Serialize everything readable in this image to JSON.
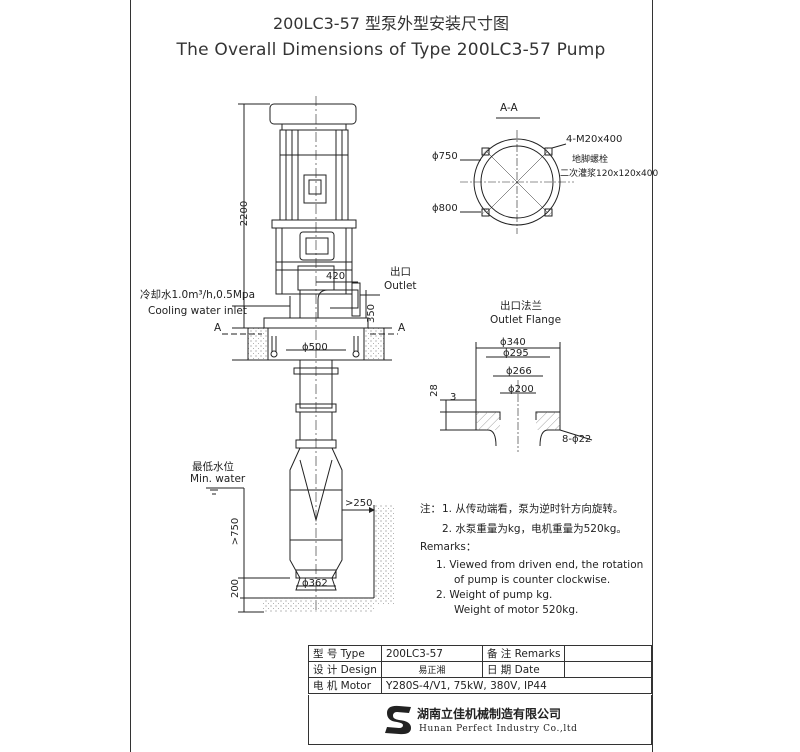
{
  "title": {
    "cn": "200LC3-57 型泵外型安装尺寸图",
    "en": "The Overall Dimensions of Type 200LC3-57 Pump"
  },
  "section": {
    "label": "A-A",
    "bolts": "4-M20x400",
    "anchor_cn": "地脚螺栓",
    "grout_cn": "二次灌浆120x120x400",
    "d750": "ϕ750",
    "d800": "ϕ800"
  },
  "outlet": {
    "cn": "出口",
    "en": "Outlet",
    "d420": "420",
    "d350": "350"
  },
  "flange": {
    "cn": "出口法兰",
    "en": "Outlet Flange",
    "d340": "ϕ340",
    "d295": "ϕ295",
    "d266": "ϕ266",
    "d200": "ϕ200",
    "d28": "28",
    "d3": "3",
    "holes": "8-ϕ22"
  },
  "pump": {
    "d2200": "2200",
    "cooling_cn": "冷却水1.0m³/h,0.5Mpa",
    "cooling_en": "Cooling water inlet",
    "section_a_left": "A",
    "section_a_right": "A",
    "d500": "ϕ500",
    "min_water_cn": "最低水位",
    "min_water_en": "Min. water",
    "d250": ">250",
    "d750": ">750",
    "d200": "200",
    "d362": "ϕ362"
  },
  "notes": {
    "cn_head": "注：",
    "cn1": "1. 从传动端看，泵为逆时针方向旋转。",
    "cn2": "2. 水泵重量为kg，电机重量为520kg。",
    "remarks": "Remarks：",
    "en1a": "1. Viewed from driven end, the rotation",
    "en1b": "of pump is counter clockwise.",
    "en2a": "2. Weight of pump kg.",
    "en2b": "Weight of motor 520kg."
  },
  "table": {
    "r1c1": "型 号 Type",
    "r1c2": "200LC3-57",
    "r1c3": "备 注 Remarks",
    "r1c4": "",
    "r2c1": "设 计 Design",
    "r2c2": "易正湘",
    "r2c3": "日 期 Date",
    "r2c4": "",
    "r3c1": "电 机 Motor",
    "r3c2": "Y280S-4/V1, 75kW, 380V, IP44"
  },
  "company": {
    "cn": "湖南立佳机械制造有限公司",
    "en": "Hunan Perfect Industry Co.,ltd"
  }
}
